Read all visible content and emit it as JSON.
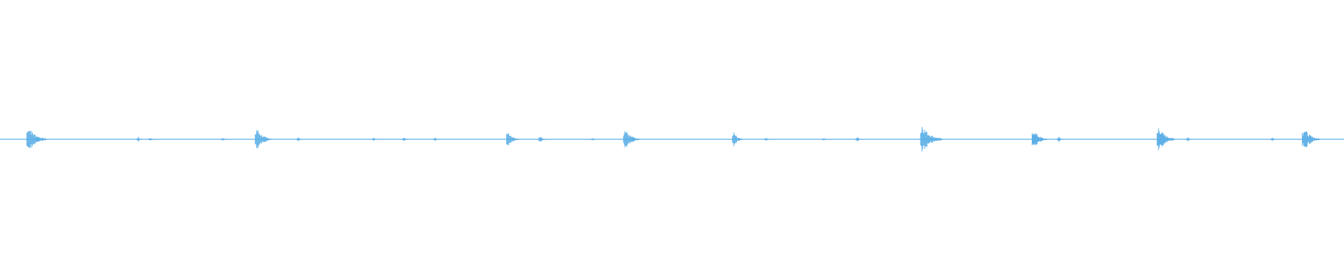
{
  "waveform": {
    "color": "#5aaee6",
    "background": "#ffffff",
    "amplitude_scale": [
      -1,
      1
    ],
    "duration_fraction_range": [
      0,
      1
    ],
    "peaks": [
      {
        "t": 0.021,
        "amp": 0.055
      },
      {
        "t": 0.028,
        "amp": 0.012
      },
      {
        "t": 0.103,
        "amp": 0.01
      },
      {
        "t": 0.112,
        "amp": 0.006
      },
      {
        "t": 0.166,
        "amp": 0.008
      },
      {
        "t": 0.191,
        "amp": 0.045
      },
      {
        "t": 0.222,
        "amp": 0.008
      },
      {
        "t": 0.278,
        "amp": 0.006
      },
      {
        "t": 0.301,
        "amp": 0.008
      },
      {
        "t": 0.324,
        "amp": 0.007
      },
      {
        "t": 0.378,
        "amp": 0.035
      },
      {
        "t": 0.402,
        "amp": 0.015
      },
      {
        "t": 0.441,
        "amp": 0.006
      },
      {
        "t": 0.465,
        "amp": 0.042
      },
      {
        "t": 0.471,
        "amp": 0.01
      },
      {
        "t": 0.546,
        "amp": 0.028
      },
      {
        "t": 0.57,
        "amp": 0.007
      },
      {
        "t": 0.613,
        "amp": 0.005
      },
      {
        "t": 0.638,
        "amp": 0.01
      },
      {
        "t": 0.686,
        "amp": 0.06
      },
      {
        "t": 0.769,
        "amp": 0.04
      },
      {
        "t": 0.788,
        "amp": 0.012
      },
      {
        "t": 0.862,
        "amp": 0.05
      },
      {
        "t": 0.884,
        "amp": 0.01
      },
      {
        "t": 0.947,
        "amp": 0.008
      },
      {
        "t": 0.97,
        "amp": 0.048
      }
    ]
  }
}
